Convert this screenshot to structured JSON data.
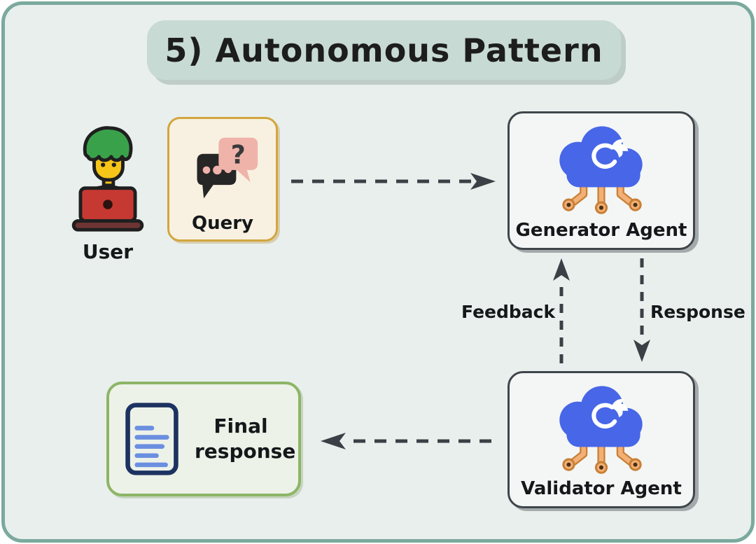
{
  "diagram": {
    "title": "5) Autonomous Pattern",
    "nodes": {
      "user": {
        "label": "User",
        "icon": "person-at-laptop-icon"
      },
      "query": {
        "label": "Query",
        "icon": "chat-bubbles-icon"
      },
      "generator": {
        "label": "Generator Agent",
        "icon": "ai-cloud-whale-icon"
      },
      "validator": {
        "label": "Validator Agent",
        "icon": "ai-cloud-whale-icon"
      },
      "final_response": {
        "label": "Final response",
        "icon": "document-icon"
      }
    },
    "edges": [
      {
        "from": "query",
        "to": "generator",
        "label": "",
        "style": "dashed-arrow-right"
      },
      {
        "from": "generator",
        "to": "validator",
        "label": "Response",
        "style": "dashed-arrow-down"
      },
      {
        "from": "validator",
        "to": "generator",
        "label": "Feedback",
        "style": "dashed-arrow-up"
      },
      {
        "from": "validator",
        "to": "final_response",
        "label": "",
        "style": "dashed-arrow-left"
      }
    ]
  },
  "colors": {
    "canvas_border": "#7ba99e",
    "canvas_bg": "#e9efec",
    "title_bg": "#c7dad3",
    "title_text": "#1d1d1d",
    "query_bg": "#f8f1e1",
    "query_border": "#d2a63f",
    "agent_bg": "#f3f6f4",
    "agent_border": "#3f464b",
    "final_bg": "#edf2e9",
    "final_border": "#8db566",
    "cloud_blue": "#4766e8",
    "circuit_orange": "#f2b077",
    "circuit_outline": "#c97f35",
    "arrow": "#3a4045",
    "doc_border": "#1d3260",
    "doc_lines": "#6b8fe0",
    "bubble_black": "#262626",
    "bubble_pink": "#efb3aa",
    "hair_green": "#3aa14b",
    "face_yellow": "#f5c518",
    "laptop_red": "#c63932",
    "laptop_base": "#6e3434"
  }
}
